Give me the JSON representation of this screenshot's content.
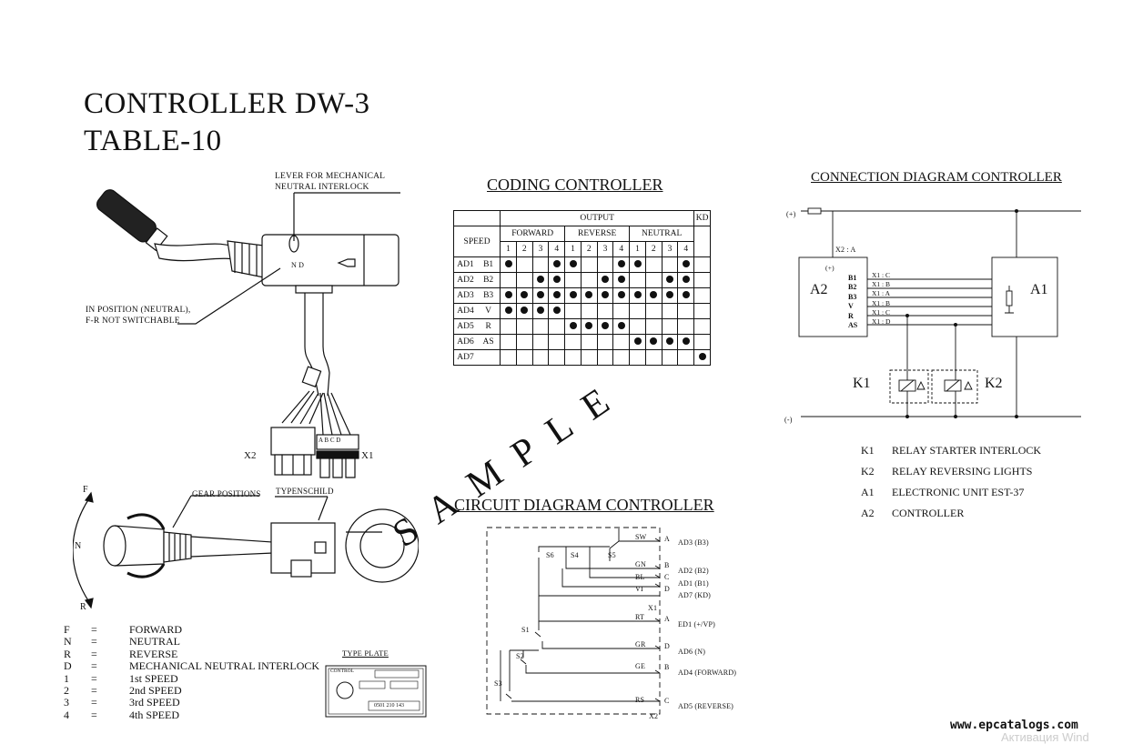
{
  "title": {
    "line1": "CONTROLLER DW-3",
    "line2": "TABLE-10"
  },
  "lever": {
    "label_interlock": [
      "LEVER FOR MECHANICAL",
      "NEUTRAL INTERLOCK"
    ],
    "label_position": [
      "IN POSITION (NEUTRAL),",
      "F-R NOT SWITCHABLE"
    ],
    "nd_label": "N   D",
    "x2": "X2",
    "x1": "X1",
    "conn_letters": "A B C D"
  },
  "gear": {
    "label_gear_positions": "GEAR POSITIONS",
    "label_typenschild": "TYPENSCHILD",
    "f": "F",
    "n": "N",
    "r": "R"
  },
  "legend": [
    {
      "key": "F",
      "val": "FORWARD"
    },
    {
      "key": "N",
      "val": "NEUTRAL"
    },
    {
      "key": "R",
      "val": "REVERSE"
    },
    {
      "key": "D",
      "val": "MECHANICAL NEUTRAL INTERLOCK"
    },
    {
      "key": "1",
      "val": "1st SPEED"
    },
    {
      "key": "2",
      "val": "2nd SPEED"
    },
    {
      "key": "3",
      "val": "3rd SPEED"
    },
    {
      "key": "4",
      "val": "4th SPEED"
    }
  ],
  "legend_eq": "=",
  "type_plate": {
    "title": "TYPE PLATE",
    "control": "CONTROL",
    "number": "0501 210 143"
  },
  "coding": {
    "title": "CODING CONTROLLER",
    "output": "OUTPUT",
    "kd": "KD",
    "speed": "SPEED",
    "groups": [
      "FORWARD",
      "REVERSE",
      "NEUTRAL"
    ],
    "cols": [
      "1",
      "2",
      "3",
      "4"
    ],
    "rows": [
      {
        "ad": "AD1",
        "sig": "B1",
        "dots": [
          1,
          0,
          0,
          1,
          1,
          0,
          0,
          1,
          1,
          0,
          0,
          1,
          0
        ]
      },
      {
        "ad": "AD2",
        "sig": "B2",
        "dots": [
          0,
          0,
          1,
          1,
          0,
          0,
          1,
          1,
          0,
          0,
          1,
          1,
          0
        ]
      },
      {
        "ad": "AD3",
        "sig": "B3",
        "dots": [
          1,
          1,
          1,
          1,
          1,
          1,
          1,
          1,
          1,
          1,
          1,
          1,
          0
        ]
      },
      {
        "ad": "AD4",
        "sig": "V",
        "dots": [
          1,
          1,
          1,
          1,
          0,
          0,
          0,
          0,
          0,
          0,
          0,
          0,
          0
        ]
      },
      {
        "ad": "AD5",
        "sig": "R",
        "dots": [
          0,
          0,
          0,
          0,
          1,
          1,
          1,
          1,
          0,
          0,
          0,
          0,
          0
        ]
      },
      {
        "ad": "AD6",
        "sig": "AS",
        "dots": [
          0,
          0,
          0,
          0,
          0,
          0,
          0,
          0,
          1,
          1,
          1,
          1,
          0
        ]
      },
      {
        "ad": "AD7",
        "sig": "",
        "dots": [
          0,
          0,
          0,
          0,
          0,
          0,
          0,
          0,
          0,
          0,
          0,
          0,
          1
        ]
      }
    ]
  },
  "watermark": "SAMPLE",
  "circuit": {
    "title": "CIRCUIT DIAGRAM CONTROLLER",
    "x1": "X1",
    "x2": "X2",
    "outputs": [
      {
        "wire": "SW",
        "pin": "A",
        "out": "AD3 (B3)"
      },
      {
        "wire": "GN",
        "pin": "B",
        "out": "AD2 (B2)"
      },
      {
        "wire": "BL",
        "pin": "C",
        "out": "AD1 (B1)"
      },
      {
        "wire": "VI",
        "pin": "D",
        "out": "AD7 (KD)"
      },
      {
        "wire": "RT",
        "pin": "A",
        "out": "ED1 (+/VP)"
      },
      {
        "wire": "GR",
        "pin": "D",
        "out": "AD6 (N)"
      },
      {
        "wire": "GE",
        "pin": "B",
        "out": "AD4  (FORWARD)"
      },
      {
        "wire": "RS",
        "pin": "C",
        "out": "AD5  (REVERSE)"
      }
    ],
    "switches": [
      "S6",
      "S4",
      "S5",
      "S1",
      "S2",
      "S3"
    ]
  },
  "connection": {
    "title": "CONNECTION DIAGRAM CONTROLLER",
    "plus": "(+)",
    "minus": "(-)",
    "plus_a2": "(+)",
    "x2a": "X2 : A",
    "a2": "A2",
    "a1": "A1",
    "k1": "K1",
    "k2": "K2",
    "a2_pins": [
      "B1",
      "B2",
      "B3",
      "V",
      "R",
      "AS"
    ],
    "x1_labels": [
      "X1 : C",
      "X1 : B",
      "X1 : A",
      "X1 : B",
      "X1 : C",
      "X1 : D"
    ]
  },
  "relay_legend": [
    {
      "key": "K1",
      "val": "RELAY STARTER INTERLOCK"
    },
    {
      "key": "K2",
      "val": "RELAY REVERSING LIGHTS"
    },
    {
      "key": "A1",
      "val": "ELECTRONIC UNIT  EST-37"
    },
    {
      "key": "A2",
      "val": "CONTROLLER"
    }
  ],
  "site": "www.epcatalogs.com",
  "faint_overlay": "Активация Wind"
}
